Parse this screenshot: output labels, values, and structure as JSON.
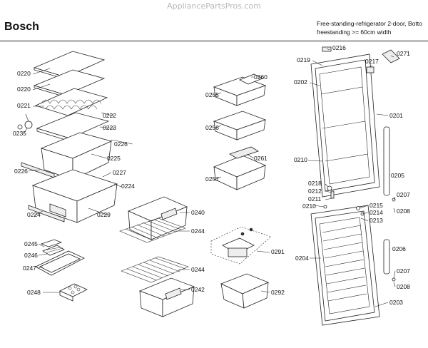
{
  "header": {
    "watermark": "AppliancePartsPros.com",
    "brand": "Bosch",
    "description_line1": "Free-standing-refrigerator 2-door, Botto",
    "description_line2": "freestanding >= 60cm width"
  },
  "labels": {
    "l0216": "0216",
    "l0271": "0271",
    "l0219": "0219",
    "l0217": "0217",
    "l0220a": "0220",
    "l0220b": "0220",
    "l0221": "0221",
    "l0222": "0222",
    "l0235": "0235",
    "l0223": "0223",
    "l0226a": "0226",
    "l0225": "0225",
    "l0226b": "0226",
    "l0227": "0227",
    "l0224a": "0224",
    "l0224b": "0224",
    "l0229": "0229",
    "l0260": "0260",
    "l0255": "0255",
    "l0256": "0256",
    "l0261": "0261",
    "l0257": "0257",
    "l0202": "0202",
    "l0201": "0201",
    "l0210a": "0210",
    "l0205": "0205",
    "l0218": "0218",
    "l0212": "0212",
    "l0211": "0211",
    "l0207a": "0207",
    "l0208a": "0208",
    "l0210b": "0210",
    "l0215": "0215",
    "l0214": "0214",
    "l0213": "0213",
    "l0240": "0240",
    "l0244a": "0244",
    "l0245": "0245",
    "l0246": "0246",
    "l0247": "0247",
    "l0291": "0291",
    "l0204": "0204",
    "l0206": "0206",
    "l0244b": "0244",
    "l0207b": "0207",
    "l0208b": "0208",
    "l0248": "0248",
    "l0242": "0242",
    "l0292": "0292",
    "l0203": "0203"
  }
}
